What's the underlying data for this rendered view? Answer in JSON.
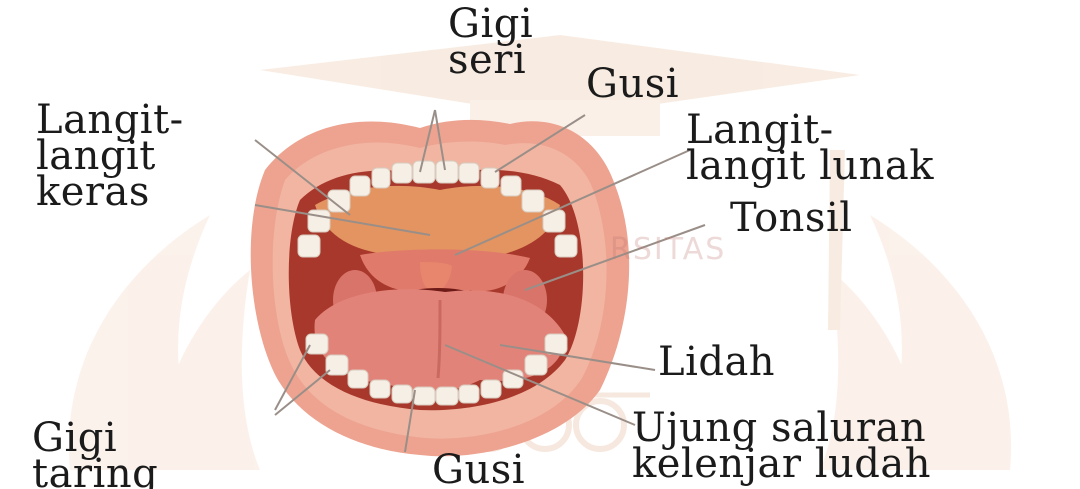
{
  "labels": {
    "gigi_seri": [
      "Gigi",
      "seri"
    ],
    "gusi_top": "Gusi",
    "langit_keras": [
      "Langit-",
      "langit",
      "keras"
    ],
    "langit_lunak": [
      "Langit-",
      "langit lunak"
    ],
    "tonsil": "Tonsil",
    "lidah": "Lidah",
    "gigi_taring": [
      "Gigi",
      "taring"
    ],
    "gusi_bottom": "Gusi",
    "ujung_saluran": [
      "Ujung saluran",
      "kelenjar ludah"
    ]
  },
  "watermark": {
    "text": "RSITAS"
  },
  "colors": {
    "label_text": "#1b1b1b",
    "lip": "#e8a08a",
    "inner_mouth": "#c85a48",
    "palate": "#e59a6c",
    "tongue": "#d9756d",
    "teeth": "#f6efe6",
    "leader_line": "#9a8f88",
    "watermark": "#f4ddcc"
  }
}
